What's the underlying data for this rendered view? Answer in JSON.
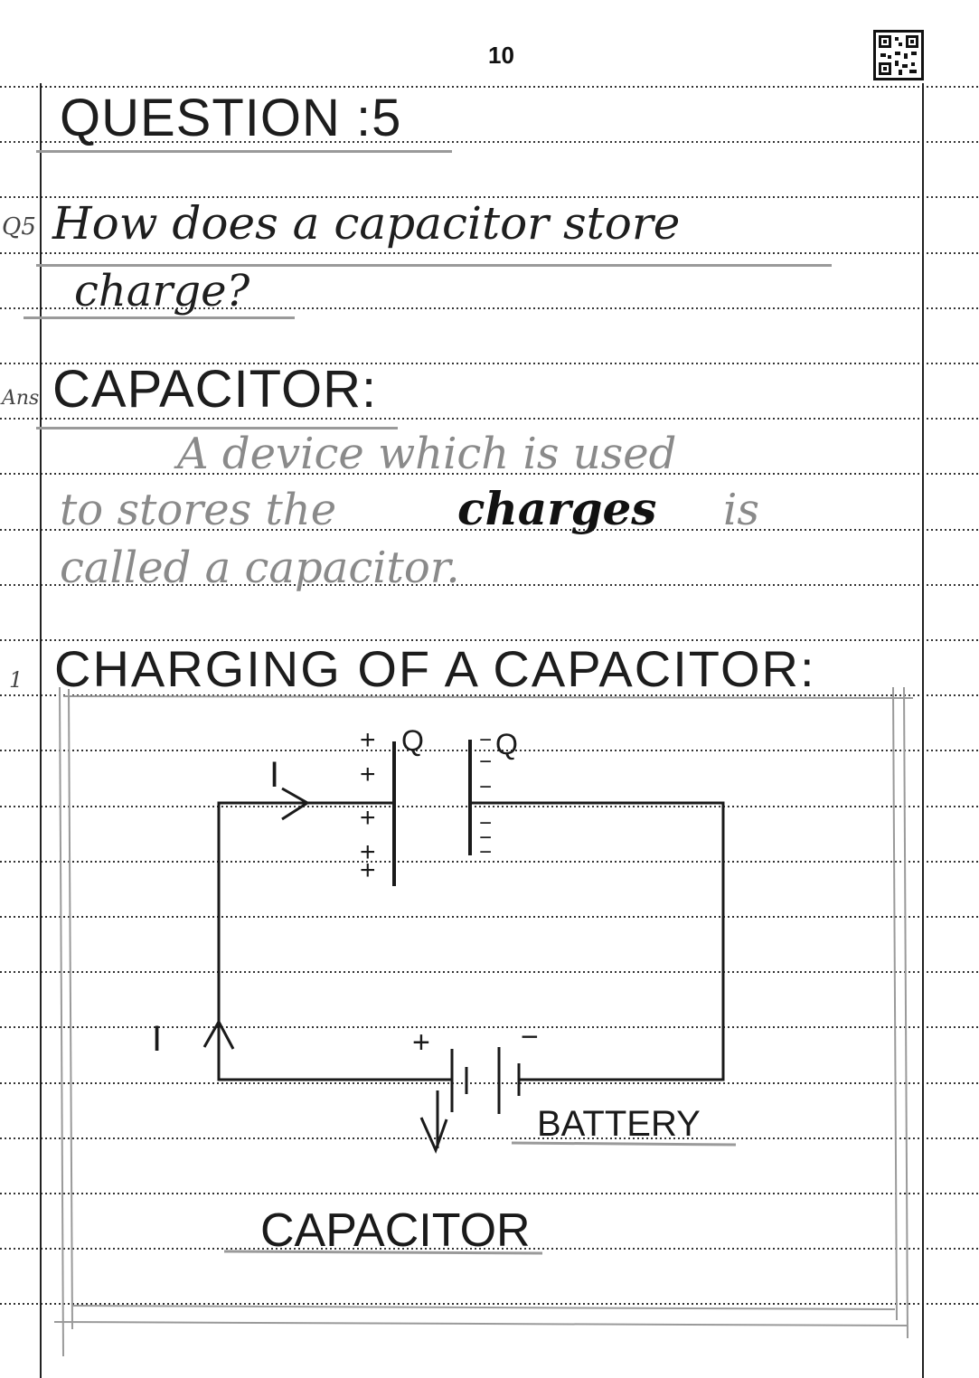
{
  "page": {
    "number": "10"
  },
  "question": {
    "heading": "QUESTION :5",
    "marker": "Q5",
    "text_line1": "How does a capacitor store",
    "text_line2": "charge?"
  },
  "answer": {
    "marker": "Ans",
    "term": "CAPACITOR:",
    "def_line1": "A device which is used",
    "def_line2_a": "to stores the",
    "def_line2_b": "charges",
    "def_line2_c": "is",
    "def_line3": "called a capacitor."
  },
  "section": {
    "number": "1",
    "heading": "CHARGING OF A CAPACITOR:"
  },
  "diagram": {
    "current_label_top": "I",
    "current_label_left": "I",
    "plate_charge_left": "Q",
    "plate_charge_right": "Q",
    "battery_plus": "+",
    "battery_minus": "−",
    "battery_label": "BATTERY",
    "caption": "CAPACITOR",
    "plus_signs": [
      "+",
      "+",
      "+",
      "+",
      "+"
    ],
    "minus_signs": [
      "−",
      "−",
      "−",
      "−",
      "−",
      "−"
    ]
  },
  "colors": {
    "ink": "#1e1e1e",
    "faint_ink": "#8a8a8a",
    "rule_dots": "#333333",
    "paper": "#ffffff"
  }
}
